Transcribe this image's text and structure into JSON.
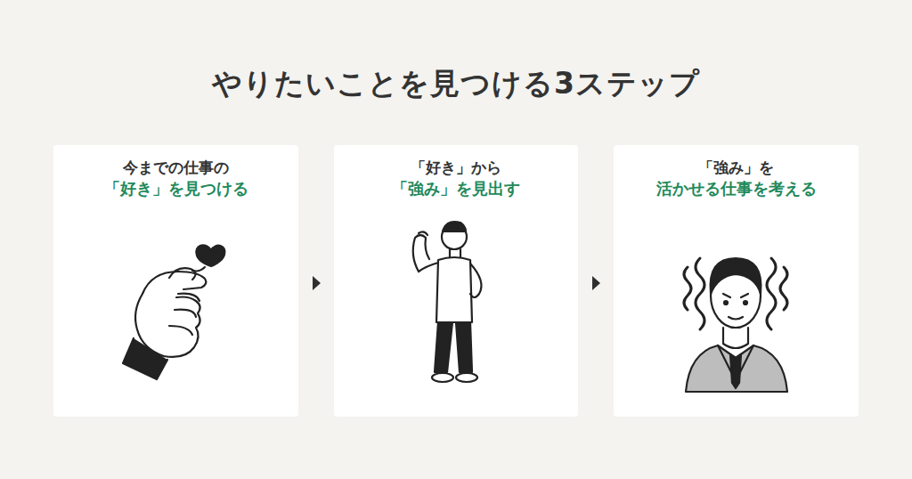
{
  "diagram": {
    "title": "やりたいことを見つける3ステップ",
    "nodes": [
      {
        "text": [
          "今までの仕事の",
          "「好き」を見つける"
        ]
      },
      {
        "text": [
          "「好き」から",
          "「強み」を見出す"
        ]
      },
      {
        "text": [
          "「強み」を",
          "活かせる仕事を考える"
        ]
      }
    ],
    "edges": [
      {
        "from": 0,
        "to": 1,
        "arrow": "to"
      },
      {
        "from": 1,
        "to": 2,
        "arrow": "to"
      }
    ]
  }
}
